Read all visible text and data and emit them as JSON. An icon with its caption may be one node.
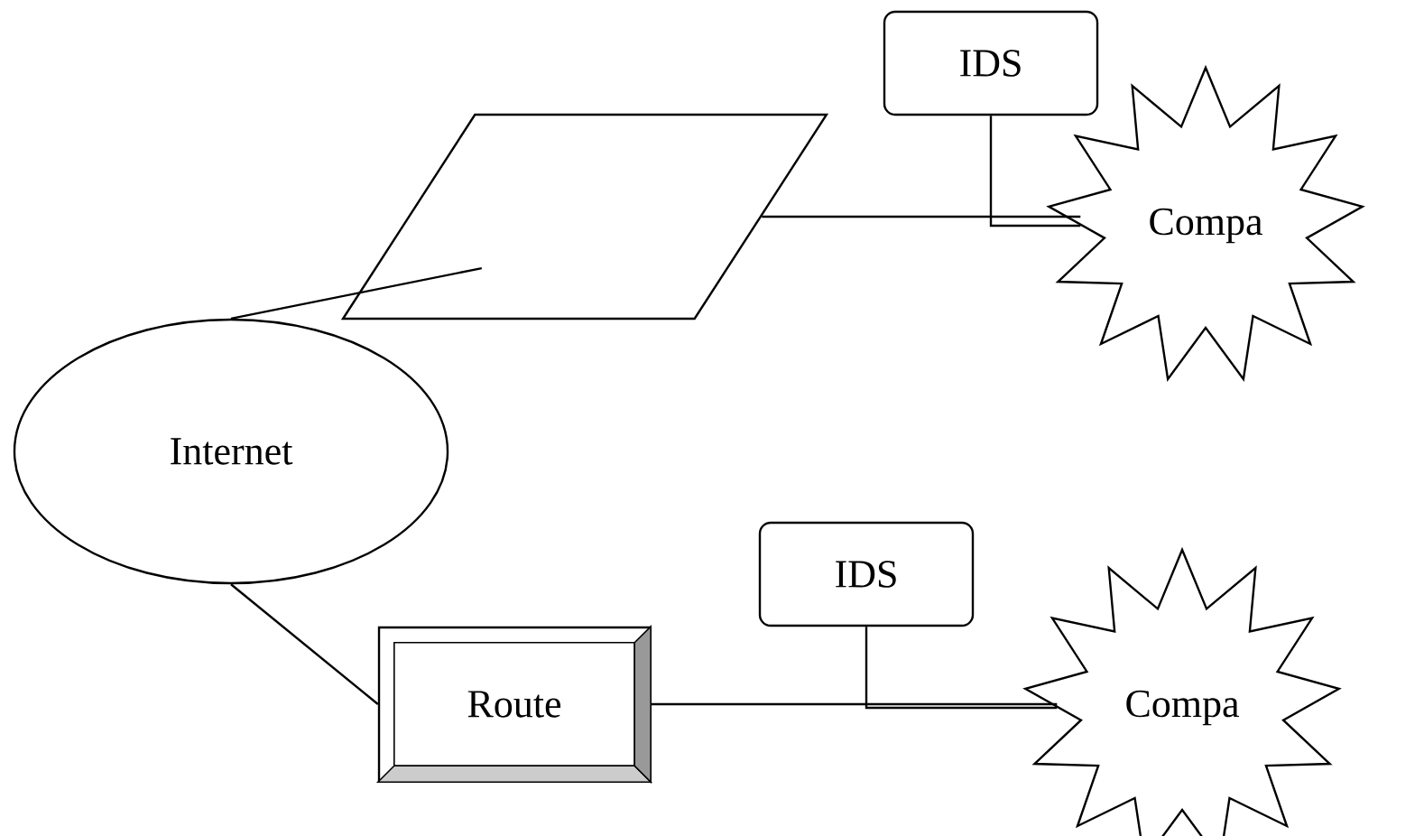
{
  "diagram": {
    "nodes": [
      {
        "text": [
          "Internet"
        ]
      },
      {
        "text": [],
        "shape": "parallelogram"
      },
      {
        "text": [
          "IDS"
        ]
      },
      {
        "text": [
          "Compa"
        ]
      },
      {
        "text": [
          "Route"
        ]
      },
      {
        "text": [
          "IDS"
        ]
      },
      {
        "text": [
          "Compa"
        ]
      }
    ],
    "edges": [
      {
        "from": 0,
        "to": 1,
        "arrow": "none"
      },
      {
        "from": 1,
        "to": 3,
        "arrow": "none"
      },
      {
        "from": 2,
        "to": 3,
        "arrow": "none"
      },
      {
        "from": 0,
        "to": 4,
        "arrow": "none"
      },
      {
        "from": 4,
        "to": 6,
        "arrow": "none"
      },
      {
        "from": 5,
        "to": 6,
        "arrow": "none"
      }
    ]
  }
}
